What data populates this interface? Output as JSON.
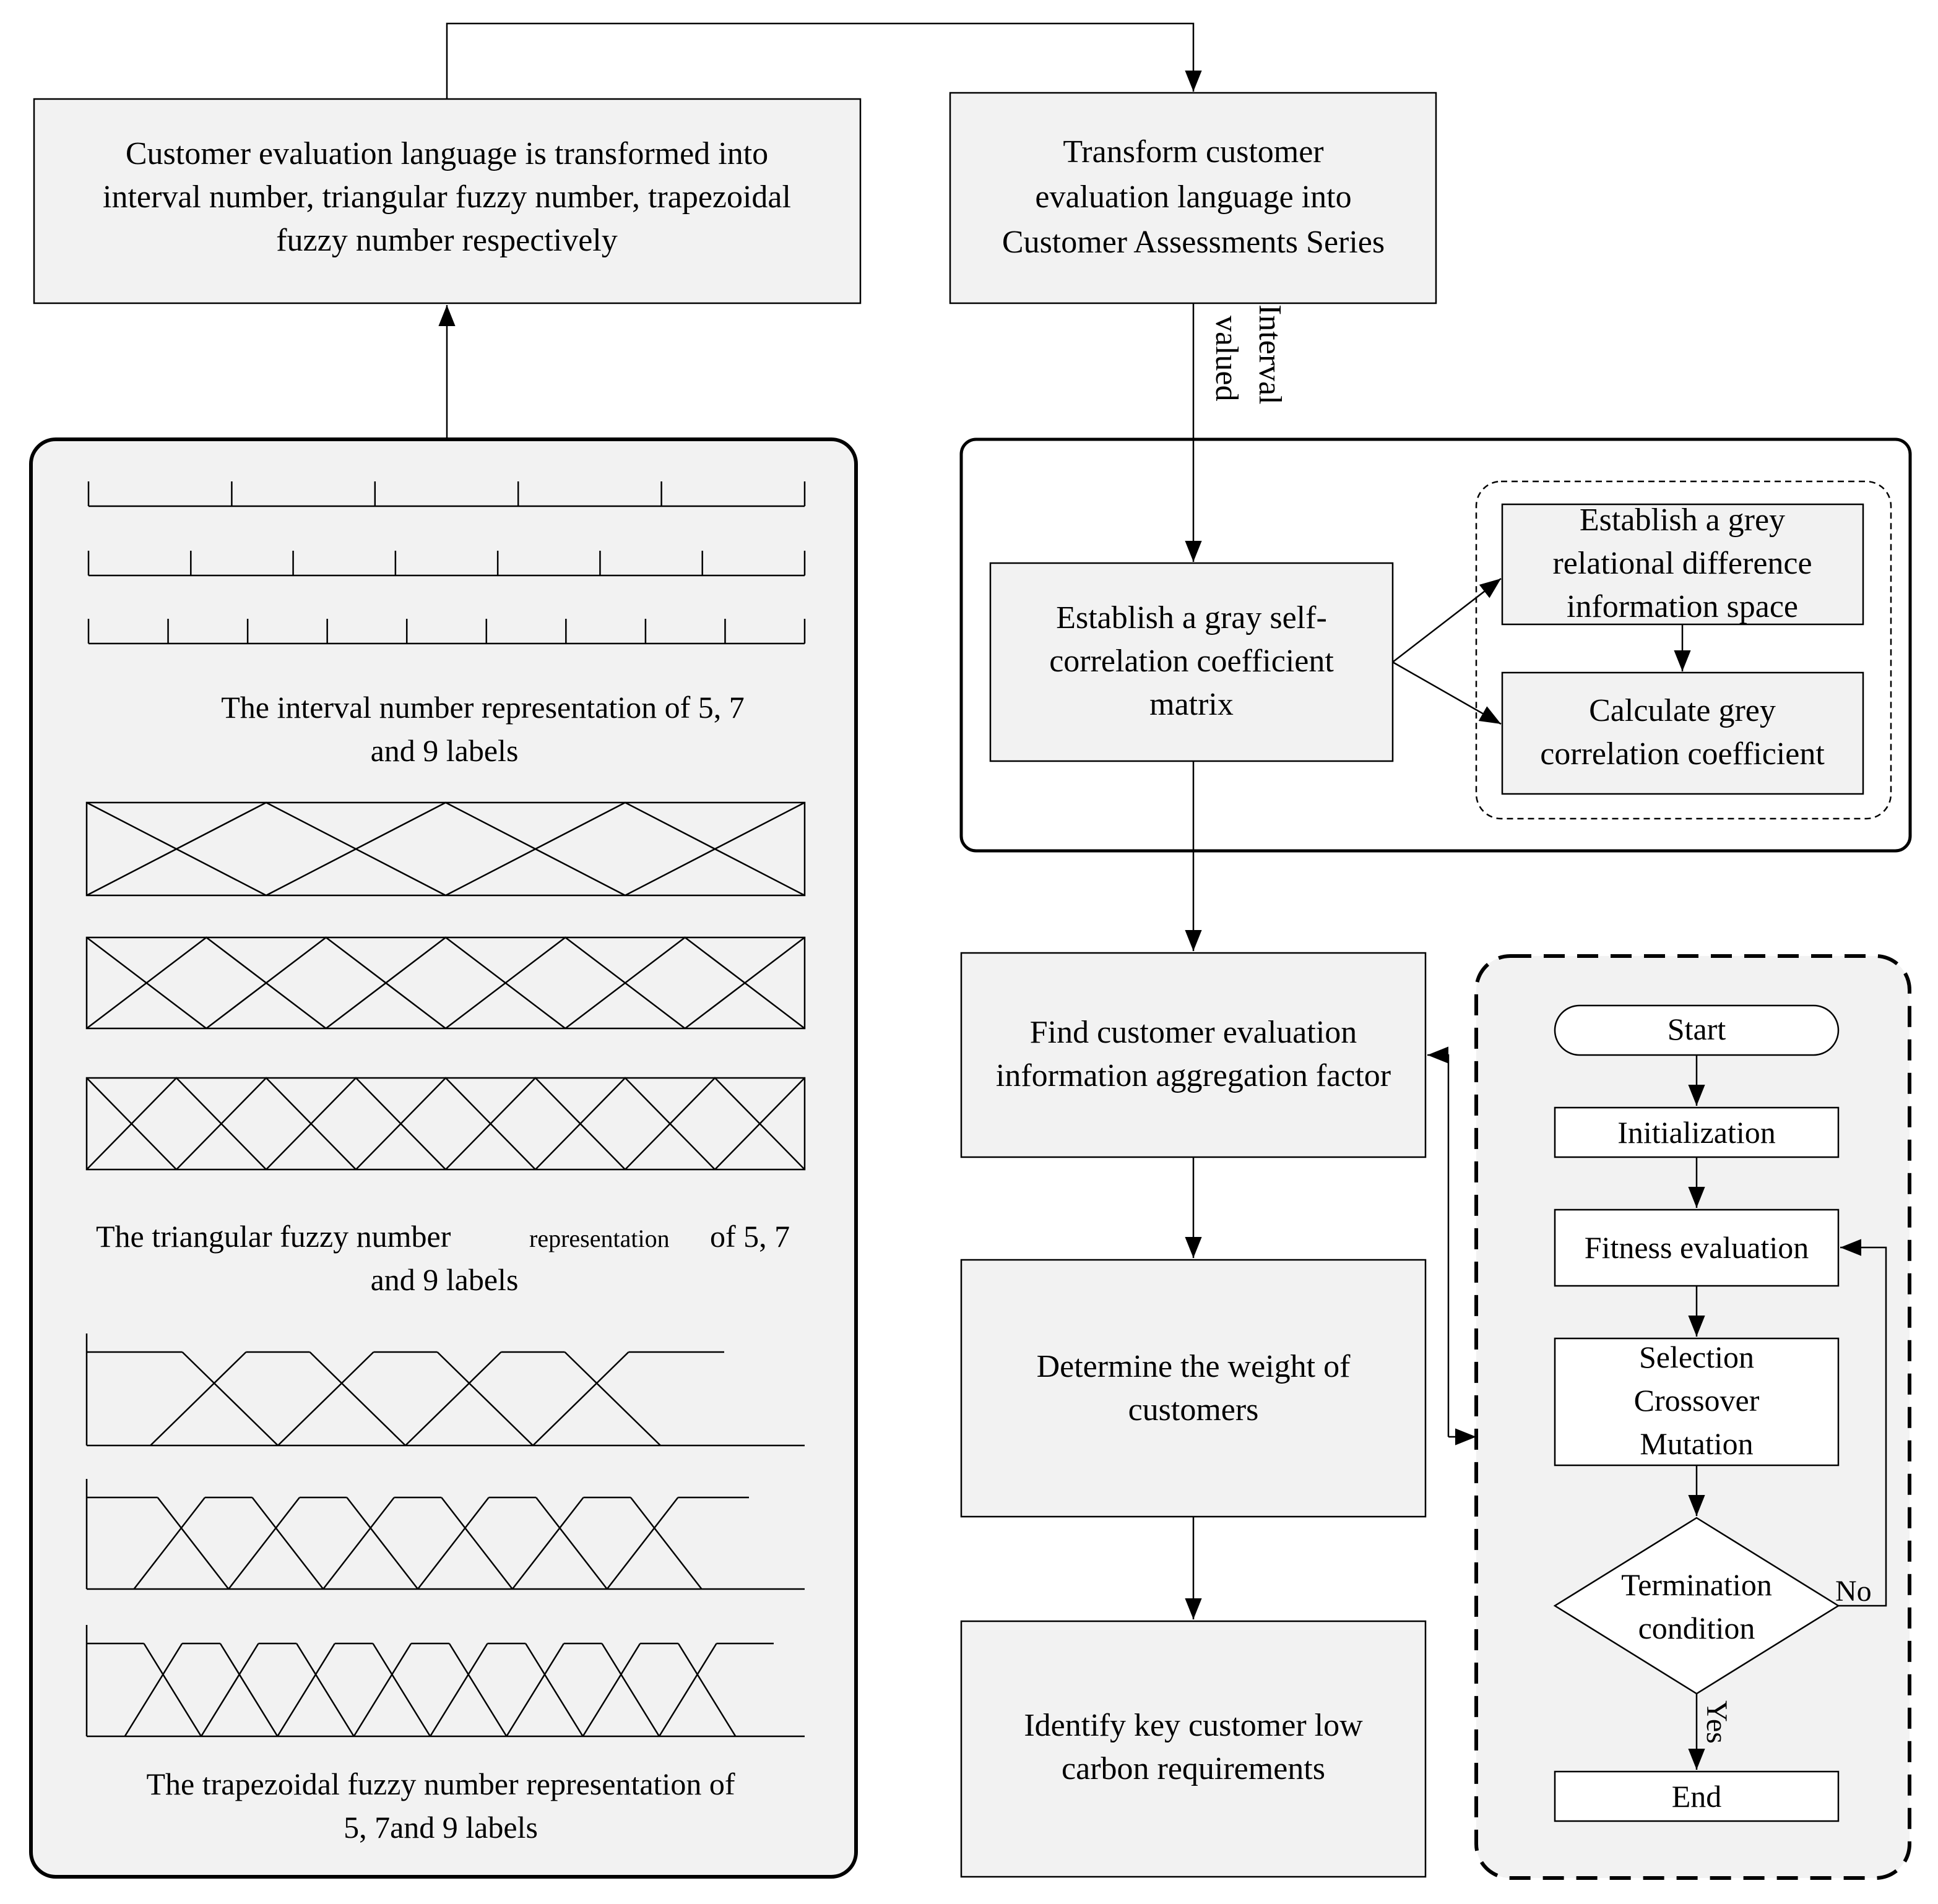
{
  "boxes": {
    "transform_into_numbers": [
      "Customer evaluation language is transformed into",
      "interval number, triangular fuzzy number, trapezoidal",
      "fuzzy number respectively"
    ],
    "transform_series": [
      "Transform customer",
      "evaluation language into",
      "Customer Assessments Series"
    ],
    "interval_valued": [
      "Interval",
      "valued"
    ],
    "gray_matrix": [
      "Establish a gray self-",
      "correlation coefficient",
      "matrix"
    ],
    "grey_space": [
      "Establish a grey",
      "relational difference",
      "information space"
    ],
    "grey_coefficient": [
      "Calculate grey",
      "correlation coefficient"
    ],
    "aggregation_factor": [
      "Find customer evaluation",
      "information aggregation factor"
    ],
    "customer_weight": [
      "Determine the weight of",
      "customers"
    ],
    "key_requirements": [
      "Identify key customer low",
      "carbon requirements"
    ]
  },
  "left_panel": {
    "interval_caption": [
      "The interval number representation of 5, 7",
      "and 9 labels"
    ],
    "triangular_caption_a": "The triangular fuzzy number",
    "triangular_caption_b": "representation",
    "triangular_caption_c": "of 5, 7",
    "triangular_caption_line2": "and 9 labels",
    "trapezoidal_caption": [
      "The trapezoidal fuzzy number representation of",
      "5, 7and 9 labels"
    ],
    "label_counts": [
      5,
      7,
      9
    ]
  },
  "ga_flow": {
    "start": "Start",
    "init": "Initialization",
    "fitness": "Fitness evaluation",
    "operators": [
      "Selection",
      "Crossover",
      "Mutation"
    ],
    "termination": [
      "Termination",
      "condition"
    ],
    "no_label": "No",
    "yes_label": "Yes",
    "end": "End"
  }
}
